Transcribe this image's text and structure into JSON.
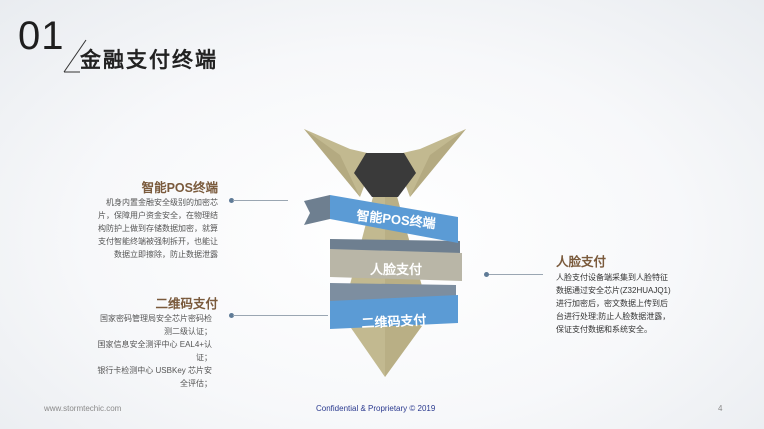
{
  "header": {
    "number": "01",
    "title": "金融支付终端"
  },
  "tie": {
    "ribbons": [
      "智能POS终端",
      "人脸支付",
      "二维码支付"
    ],
    "colors": {
      "blue": "#5b9bd5",
      "gray": "#b9b6a7",
      "tie": "#c2b990",
      "knot": "#3a3a3a",
      "back_ribbon": "#6e7f90"
    }
  },
  "sections": {
    "pos": {
      "title": "智能POS终端",
      "lines": [
        "机身内置金融安全级别的加密芯",
        "片，保障用户资金安全，在物理结",
        "构防护上做到存储数据加密，就算",
        "支付智能终端被强制拆开，也能让",
        "数据立即擦除，防止数据泄露"
      ]
    },
    "qr": {
      "title": "二维码支付",
      "lines": [
        "国家密码管理局安全芯片密码检",
        "测二级认证；",
        "国家信息安全测评中心 EAL4+认",
        "证；",
        "银行卡检测中心 USBKey 芯片安",
        "全评估；"
      ]
    },
    "face": {
      "title": "人脸支付",
      "lines": [
        "人脸支付设备端采集到人脸特征",
        "数据通过安全芯片(Z32HUAJQ1)",
        "进行加密后，密文数据上传到后",
        "台进行处理;防止人脸数据泄露，",
        "保证支付数据和系统安全。"
      ]
    }
  },
  "footer": {
    "url": "www.stormtechic.com",
    "confidential": "Confidential & Proprietary © 2019",
    "page": "4"
  }
}
